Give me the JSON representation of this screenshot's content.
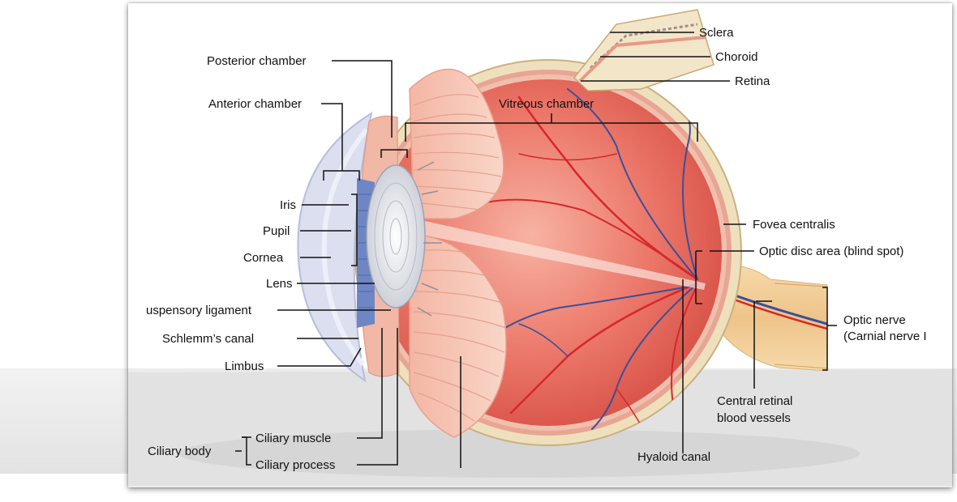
{
  "labels": {
    "sclera": "Sclera",
    "choroid": "Choroid",
    "retina": "Retina",
    "posterior_chamber": "Posterior chamber",
    "anterior_chamber": "Anterior chamber",
    "vitreous_chamber": "Vitreous chamber",
    "iris": "Iris",
    "pupil": "Pupil",
    "cornea": "Cornea",
    "lens": "Lens",
    "suspensory_ligament": "uspensory ligament",
    "schlemms_canal": "Schlemm’s canal",
    "limbus": "Limbus",
    "fovea_centralis": "Fovea centralis",
    "optic_disc": "Optic disc area (blind spot)",
    "optic_nerve_line1": "Optic nerve",
    "optic_nerve_line2": "(Carnial nerve I",
    "central_retinal_line1": "Central retinal",
    "central_retinal_line2": "blood vessels",
    "hyaloid_canal": "Hyaloid canal",
    "ciliary_body": "Ciliary body",
    "ciliary_muscle": "Ciliary muscle",
    "ciliary_process": "Ciliary process"
  },
  "colors": {
    "sclera": "#efe0bd",
    "choroid": "#e9a594",
    "vitreous": "#e8685c",
    "artery": "#d8262a",
    "vein": "#3b4f9a",
    "cornea": "#dcdff0",
    "iris": "#6f86c4",
    "lens": "#eceef2"
  }
}
